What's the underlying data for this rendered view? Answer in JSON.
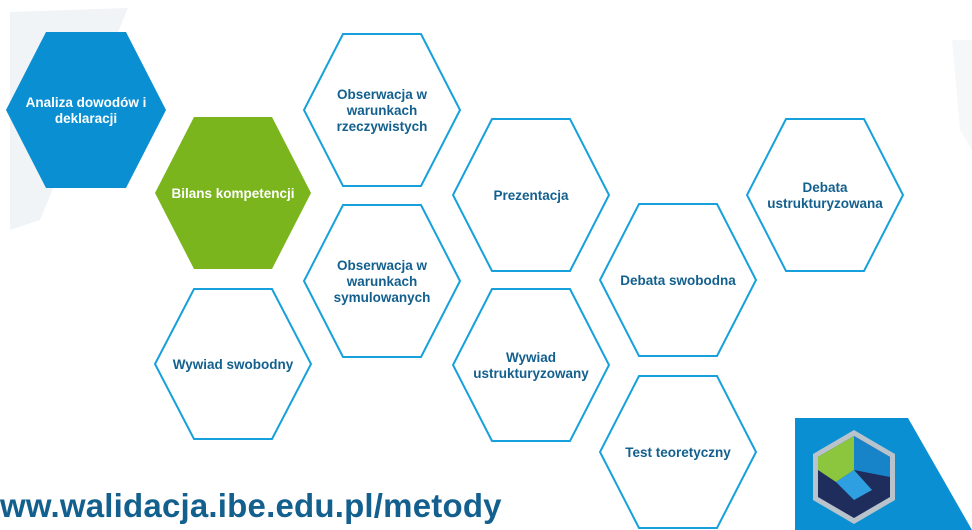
{
  "diagram": {
    "hexagons": [
      {
        "id": "analiza",
        "lines": [
          "Analiza dowodów i",
          "deklaracji"
        ],
        "style": "filled-blue"
      },
      {
        "id": "bilans",
        "lines": [
          "Bilans kompetencji"
        ],
        "style": "filled-green"
      },
      {
        "id": "obs-rzecz",
        "lines": [
          "Obserwacja w",
          "warunkach",
          "rzeczywistych"
        ],
        "style": "outline"
      },
      {
        "id": "obs-sym",
        "lines": [
          "Obserwacja w",
          "warunkach",
          "symulowanych"
        ],
        "style": "outline"
      },
      {
        "id": "wywiad-swob",
        "lines": [
          "Wywiad swobodny"
        ],
        "style": "outline"
      },
      {
        "id": "prezentacja",
        "lines": [
          "Prezentacja"
        ],
        "style": "outline"
      },
      {
        "id": "wywiad-ustr",
        "lines": [
          "Wywiad",
          "ustrukturyzowany"
        ],
        "style": "outline"
      },
      {
        "id": "debata-swob",
        "lines": [
          "Debata swobodna"
        ],
        "style": "outline"
      },
      {
        "id": "test",
        "lines": [
          "Test teoretyczny"
        ],
        "style": "outline"
      },
      {
        "id": "debata-ustr",
        "lines": [
          "Debata",
          "ustrukturyzowana"
        ],
        "style": "outline"
      }
    ]
  },
  "footer": {
    "url": "ww.walidacja.ibe.edu.pl/metody"
  },
  "colors": {
    "blue": "#0a8fd3",
    "green": "#7ab51d",
    "outline": "#16a0dc",
    "text_blue": "#13608f",
    "logo_navy": "#1f2d5c",
    "logo_green": "#8cc63f",
    "logo_blue": "#1783c8",
    "logo_frame": "#b9c3cc",
    "logo_bg": "#0a8fd3",
    "watermark": "#eef2f5"
  }
}
